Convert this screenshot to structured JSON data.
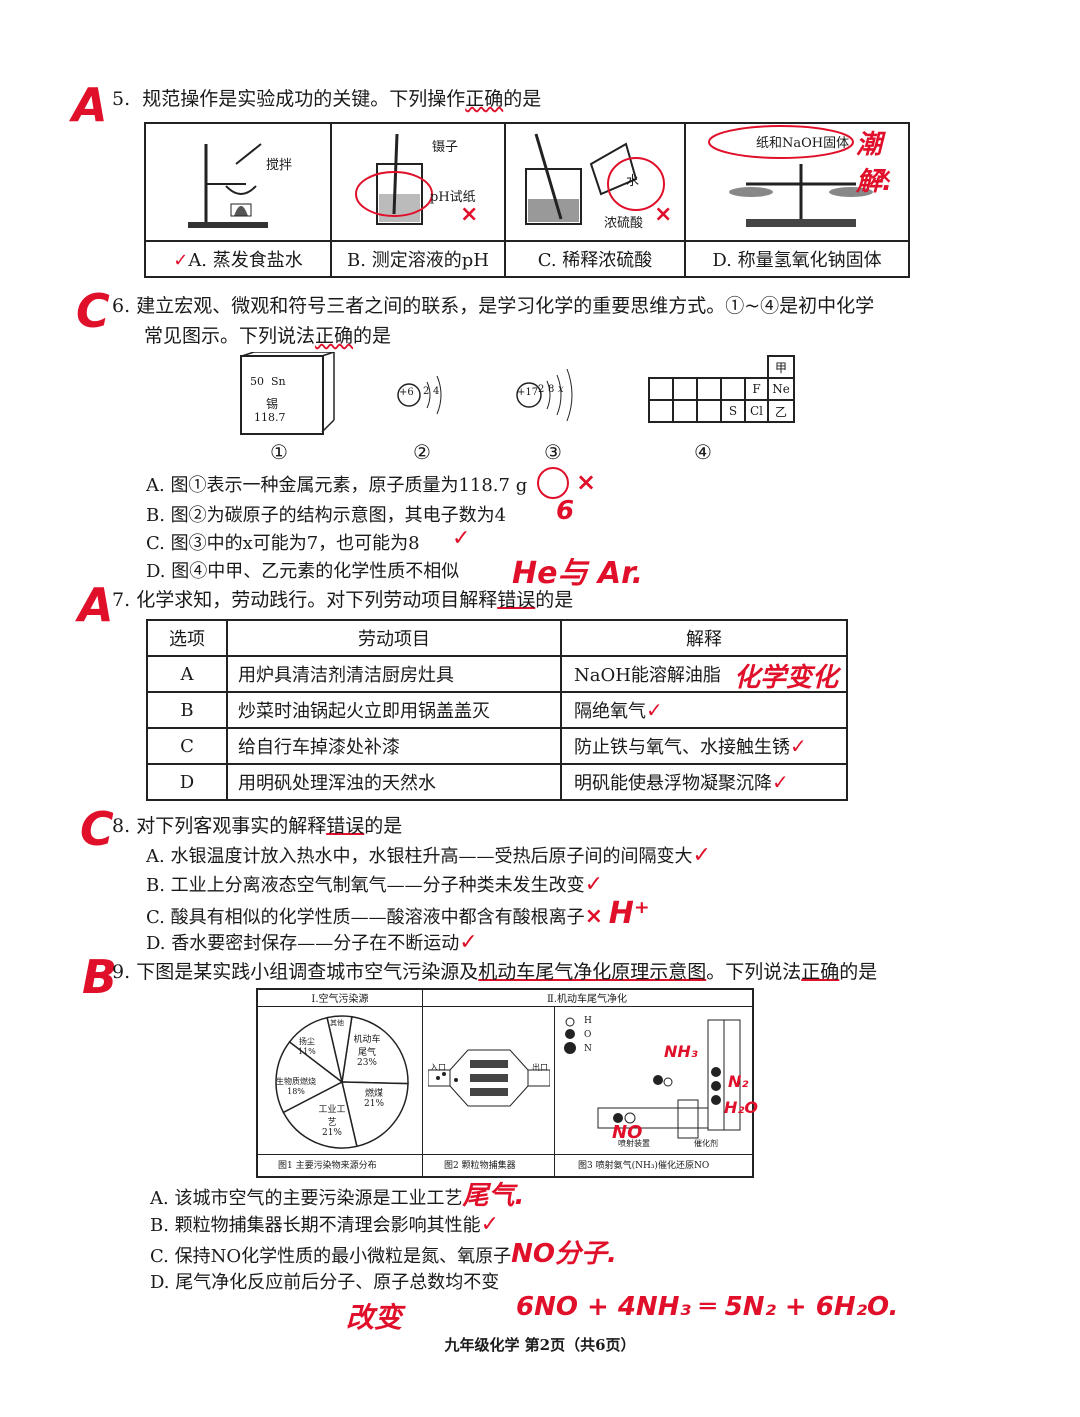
{
  "q5": {
    "answer": "A",
    "number": "5.",
    "stem": "规范操作是实验成功的关键。下列操作",
    "stem_key": "正确",
    "stem_end": "的是",
    "images": [
      {
        "caption": "A. 蒸发食盐水",
        "label": "搅拌"
      },
      {
        "caption": "B. 测定溶液的pH",
        "label1": "镊子",
        "label2": "pH试纸"
      },
      {
        "caption": "C. 稀释浓硫酸",
        "label1": "水",
        "label2": "浓硫酸"
      },
      {
        "caption": "D. 称量氢氧化钠固体",
        "label": "纸和NaOH固体"
      }
    ],
    "note_d": "潮解.",
    "mark_check": "✓",
    "mark_x": "×"
  },
  "q6": {
    "answer": "C",
    "number": "6.",
    "stem1": "建立宏观、微观和符号三者之间的联系，是学习化学的重要思维方式。①~④是初中化学",
    "stem2_a": "常见图示。下列说法",
    "stem2_key": "正确",
    "stem2_b": "的是",
    "fig1": {
      "num": "50",
      "sym": "Sn",
      "name": "锡",
      "mass": "118.7"
    },
    "fig2": {
      "nucleus": "+6",
      "e1": "2",
      "e2": "4"
    },
    "fig3": {
      "nucleus": "+17",
      "e1": "2",
      "e2": "8",
      "e3": "x"
    },
    "fig4": {
      "jia": "甲",
      "f": "F",
      "ne": "Ne",
      "s": "S",
      "cl": "Cl",
      "yi": "乙"
    },
    "fig_labels": [
      "①",
      "②",
      "③",
      "④"
    ],
    "options": [
      "A. 图①表示一种金属元素，原子质量为118.7 g",
      "B. 图②为碳原子的结构示意图，其电子数为4",
      "C. 图③中的x可能为7，也可能为8",
      "D. 图④中甲、乙元素的化学性质不相似"
    ],
    "note_b": "6",
    "note_d": "He与 Ar."
  },
  "q7": {
    "answer": "A",
    "number": "7.",
    "stem": "化学求知，劳动践行。对下列劳动项目解释",
    "stem_key": "错误",
    "stem_end": "的是",
    "headers": [
      "选项",
      "劳动项目",
      "解释"
    ],
    "rows": [
      [
        "A",
        "用炉具清洁剂清洁厨房灶具",
        "NaOH能溶解油脂"
      ],
      [
        "B",
        "炒菜时油锅起火立即用锅盖盖灭",
        "隔绝氧气"
      ],
      [
        "C",
        "给自行车掉漆处补漆",
        "防止铁与氧气、水接触生锈"
      ],
      [
        "D",
        "用明矾处理浑浊的天然水",
        "明矾能使悬浮物凝聚沉降"
      ]
    ],
    "note_a": "化学变化"
  },
  "q8": {
    "answer": "C",
    "number": "8.",
    "stem": "对下列客观事实的解释",
    "stem_key": "错误",
    "stem_end": "的是",
    "options": [
      "A. 水银温度计放入热水中，水银柱升高——受热后原子间的间隔变大",
      "B. 工业上分离液态空气制氧气——分子种类未发生改变",
      "C. 酸具有相似的化学性质——酸溶液中都含有酸根离子",
      "D. 香水要密封保存——分子在不断运动"
    ],
    "note_c": "H⁺"
  },
  "q9": {
    "answer": "B",
    "number": "9.",
    "stem_a": "下图是某实践小组调查城市空气污染源及",
    "stem_key": "机动车尾气净化原理示意图",
    "stem_b": "。下列说法",
    "stem_key2": "正确",
    "stem_end": "的是",
    "panel1_title": "Ⅰ.空气污染源",
    "panel2_title": "Ⅱ.机动车尾气净化",
    "pie": [
      {
        "label": "机动车尾气",
        "value": "23%",
        "pct": 23
      },
      {
        "label": "燃煤",
        "value": "21%",
        "pct": 21
      },
      {
        "label": "工业工艺",
        "value": "21%",
        "pct": 21
      },
      {
        "label": "生物质燃烧",
        "value": "18%",
        "pct": 18
      },
      {
        "label": "扬尘",
        "value": "11%",
        "pct": 11
      },
      {
        "label": "其他",
        "value": "",
        "pct": 6
      }
    ],
    "fig2_inlet": "入口",
    "fig2_outlet": "出口",
    "legend": [
      "H",
      "O",
      "N"
    ],
    "fig3_labels": [
      "喷射装置",
      "催化剂"
    ],
    "captions": [
      "图1 主要污染物来源分布",
      "图2 颗粒物捕集器",
      "图3 喷射氨气(NH₃)催化还原NO"
    ],
    "hand_nh3": "NH₃",
    "hand_n2": "N₂",
    "hand_h2o": "H₂O",
    "hand_no": "NO",
    "options": [
      "A. 该城市空气的主要污染源是工业工艺",
      "B. 颗粒物捕集器长期不清理会影响其性能",
      "C. 保持NO化学性质的最小微粒是氮、氧原子",
      "D. 尾气净化反应前后分子、原子总数均不变"
    ],
    "note_a": "尾气.",
    "note_c": "NO分子.",
    "note_d1": "改变",
    "note_d2": "6NO + 4NH₃ ═ 5N₂ + 6H₂O."
  },
  "footer": "九年级化学  第2页（共6页）"
}
